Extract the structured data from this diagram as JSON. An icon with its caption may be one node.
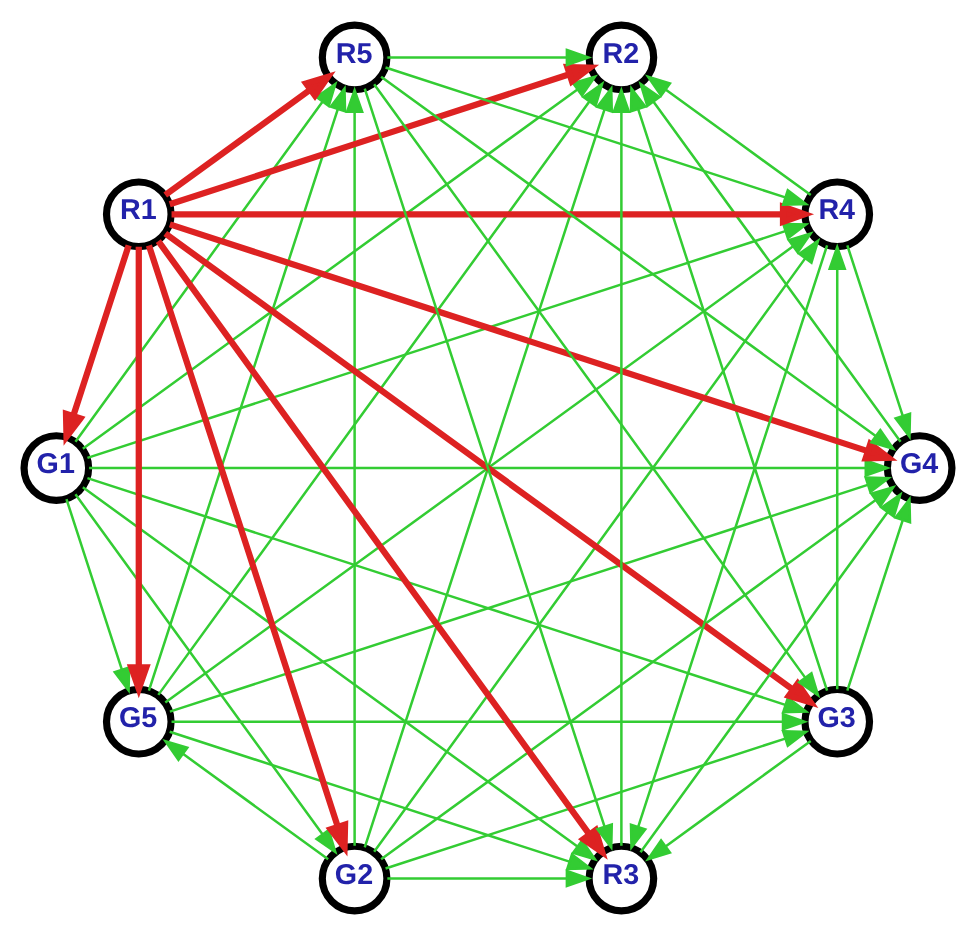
{
  "diagram": {
    "nodes": [
      {
        "text": [
          "G3"
        ]
      },
      {
        "text": [
          "G4"
        ]
      },
      {
        "text": [
          "G2"
        ]
      },
      {
        "text": [
          "G5"
        ]
      },
      {
        "text": [
          "G1"
        ]
      },
      {
        "text": [
          "R1"
        ]
      },
      {
        "text": [
          "R5"
        ]
      },
      {
        "text": [
          "R2"
        ]
      },
      {
        "text": [
          "R4"
        ]
      },
      {
        "text": [
          "R3"
        ]
      }
    ],
    "edges": [
      {
        "from": 5,
        "to": 4,
        "arrow": "to",
        "style": "thick",
        "color": "#dd2222"
      },
      {
        "from": 5,
        "to": 2,
        "arrow": "to",
        "style": "thick",
        "color": "#dd2222"
      },
      {
        "from": 5,
        "to": 3,
        "arrow": "to",
        "style": "thick",
        "color": "#dd2222"
      },
      {
        "from": 5,
        "to": 6,
        "arrow": "to",
        "style": "thick",
        "color": "#dd2222"
      },
      {
        "from": 5,
        "to": 0,
        "arrow": "to",
        "style": "thick",
        "color": "#dd2222"
      },
      {
        "from": 5,
        "to": 8,
        "arrow": "to",
        "style": "thick",
        "color": "#dd2222"
      },
      {
        "from": 5,
        "to": 9,
        "arrow": "to",
        "style": "thick",
        "color": "#dd2222"
      },
      {
        "from": 5,
        "to": 1,
        "arrow": "to",
        "style": "thick",
        "color": "#dd2222"
      },
      {
        "from": 5,
        "to": 7,
        "arrow": "to",
        "style": "thick",
        "color": "#dd2222"
      },
      {
        "from": 4,
        "to": 2,
        "arrow": "to"
      },
      {
        "from": 4,
        "to": 3,
        "arrow": "to"
      },
      {
        "from": 4,
        "to": 6,
        "arrow": "to"
      },
      {
        "from": 4,
        "to": 0,
        "arrow": "to"
      },
      {
        "from": 4,
        "to": 8,
        "arrow": "to"
      },
      {
        "from": 4,
        "to": 9,
        "arrow": "to"
      },
      {
        "from": 4,
        "to": 1,
        "arrow": "to"
      },
      {
        "from": 4,
        "to": 7,
        "arrow": "to"
      },
      {
        "from": 2,
        "to": 3,
        "arrow": "to"
      },
      {
        "from": 2,
        "to": 6,
        "arrow": "to"
      },
      {
        "from": 2,
        "to": 0,
        "arrow": "to"
      },
      {
        "from": 2,
        "to": 8,
        "arrow": "to"
      },
      {
        "from": 2,
        "to": 9,
        "arrow": "to"
      },
      {
        "from": 2,
        "to": 1,
        "arrow": "to"
      },
      {
        "from": 2,
        "to": 7,
        "arrow": "to"
      },
      {
        "from": 3,
        "to": 6,
        "arrow": "to"
      },
      {
        "from": 3,
        "to": 0,
        "arrow": "to"
      },
      {
        "from": 3,
        "to": 8,
        "arrow": "to"
      },
      {
        "from": 3,
        "to": 9,
        "arrow": "to"
      },
      {
        "from": 3,
        "to": 1,
        "arrow": "to"
      },
      {
        "from": 3,
        "to": 7,
        "arrow": "to"
      },
      {
        "from": 6,
        "to": 0,
        "arrow": "to"
      },
      {
        "from": 6,
        "to": 8,
        "arrow": "to"
      },
      {
        "from": 6,
        "to": 9,
        "arrow": "to"
      },
      {
        "from": 6,
        "to": 1,
        "arrow": "to"
      },
      {
        "from": 6,
        "to": 7,
        "arrow": "to"
      },
      {
        "from": 0,
        "to": 8,
        "arrow": "to"
      },
      {
        "from": 0,
        "to": 9,
        "arrow": "to"
      },
      {
        "from": 0,
        "to": 1,
        "arrow": "to"
      },
      {
        "from": 0,
        "to": 7,
        "arrow": "to"
      },
      {
        "from": 8,
        "to": 9,
        "arrow": "to"
      },
      {
        "from": 8,
        "to": 1,
        "arrow": "to"
      },
      {
        "from": 8,
        "to": 7,
        "arrow": "to"
      },
      {
        "from": 9,
        "to": 1,
        "arrow": "to"
      },
      {
        "from": 9,
        "to": 7,
        "arrow": "to"
      },
      {
        "from": 1,
        "to": 7,
        "arrow": "to"
      }
    ]
  }
}
